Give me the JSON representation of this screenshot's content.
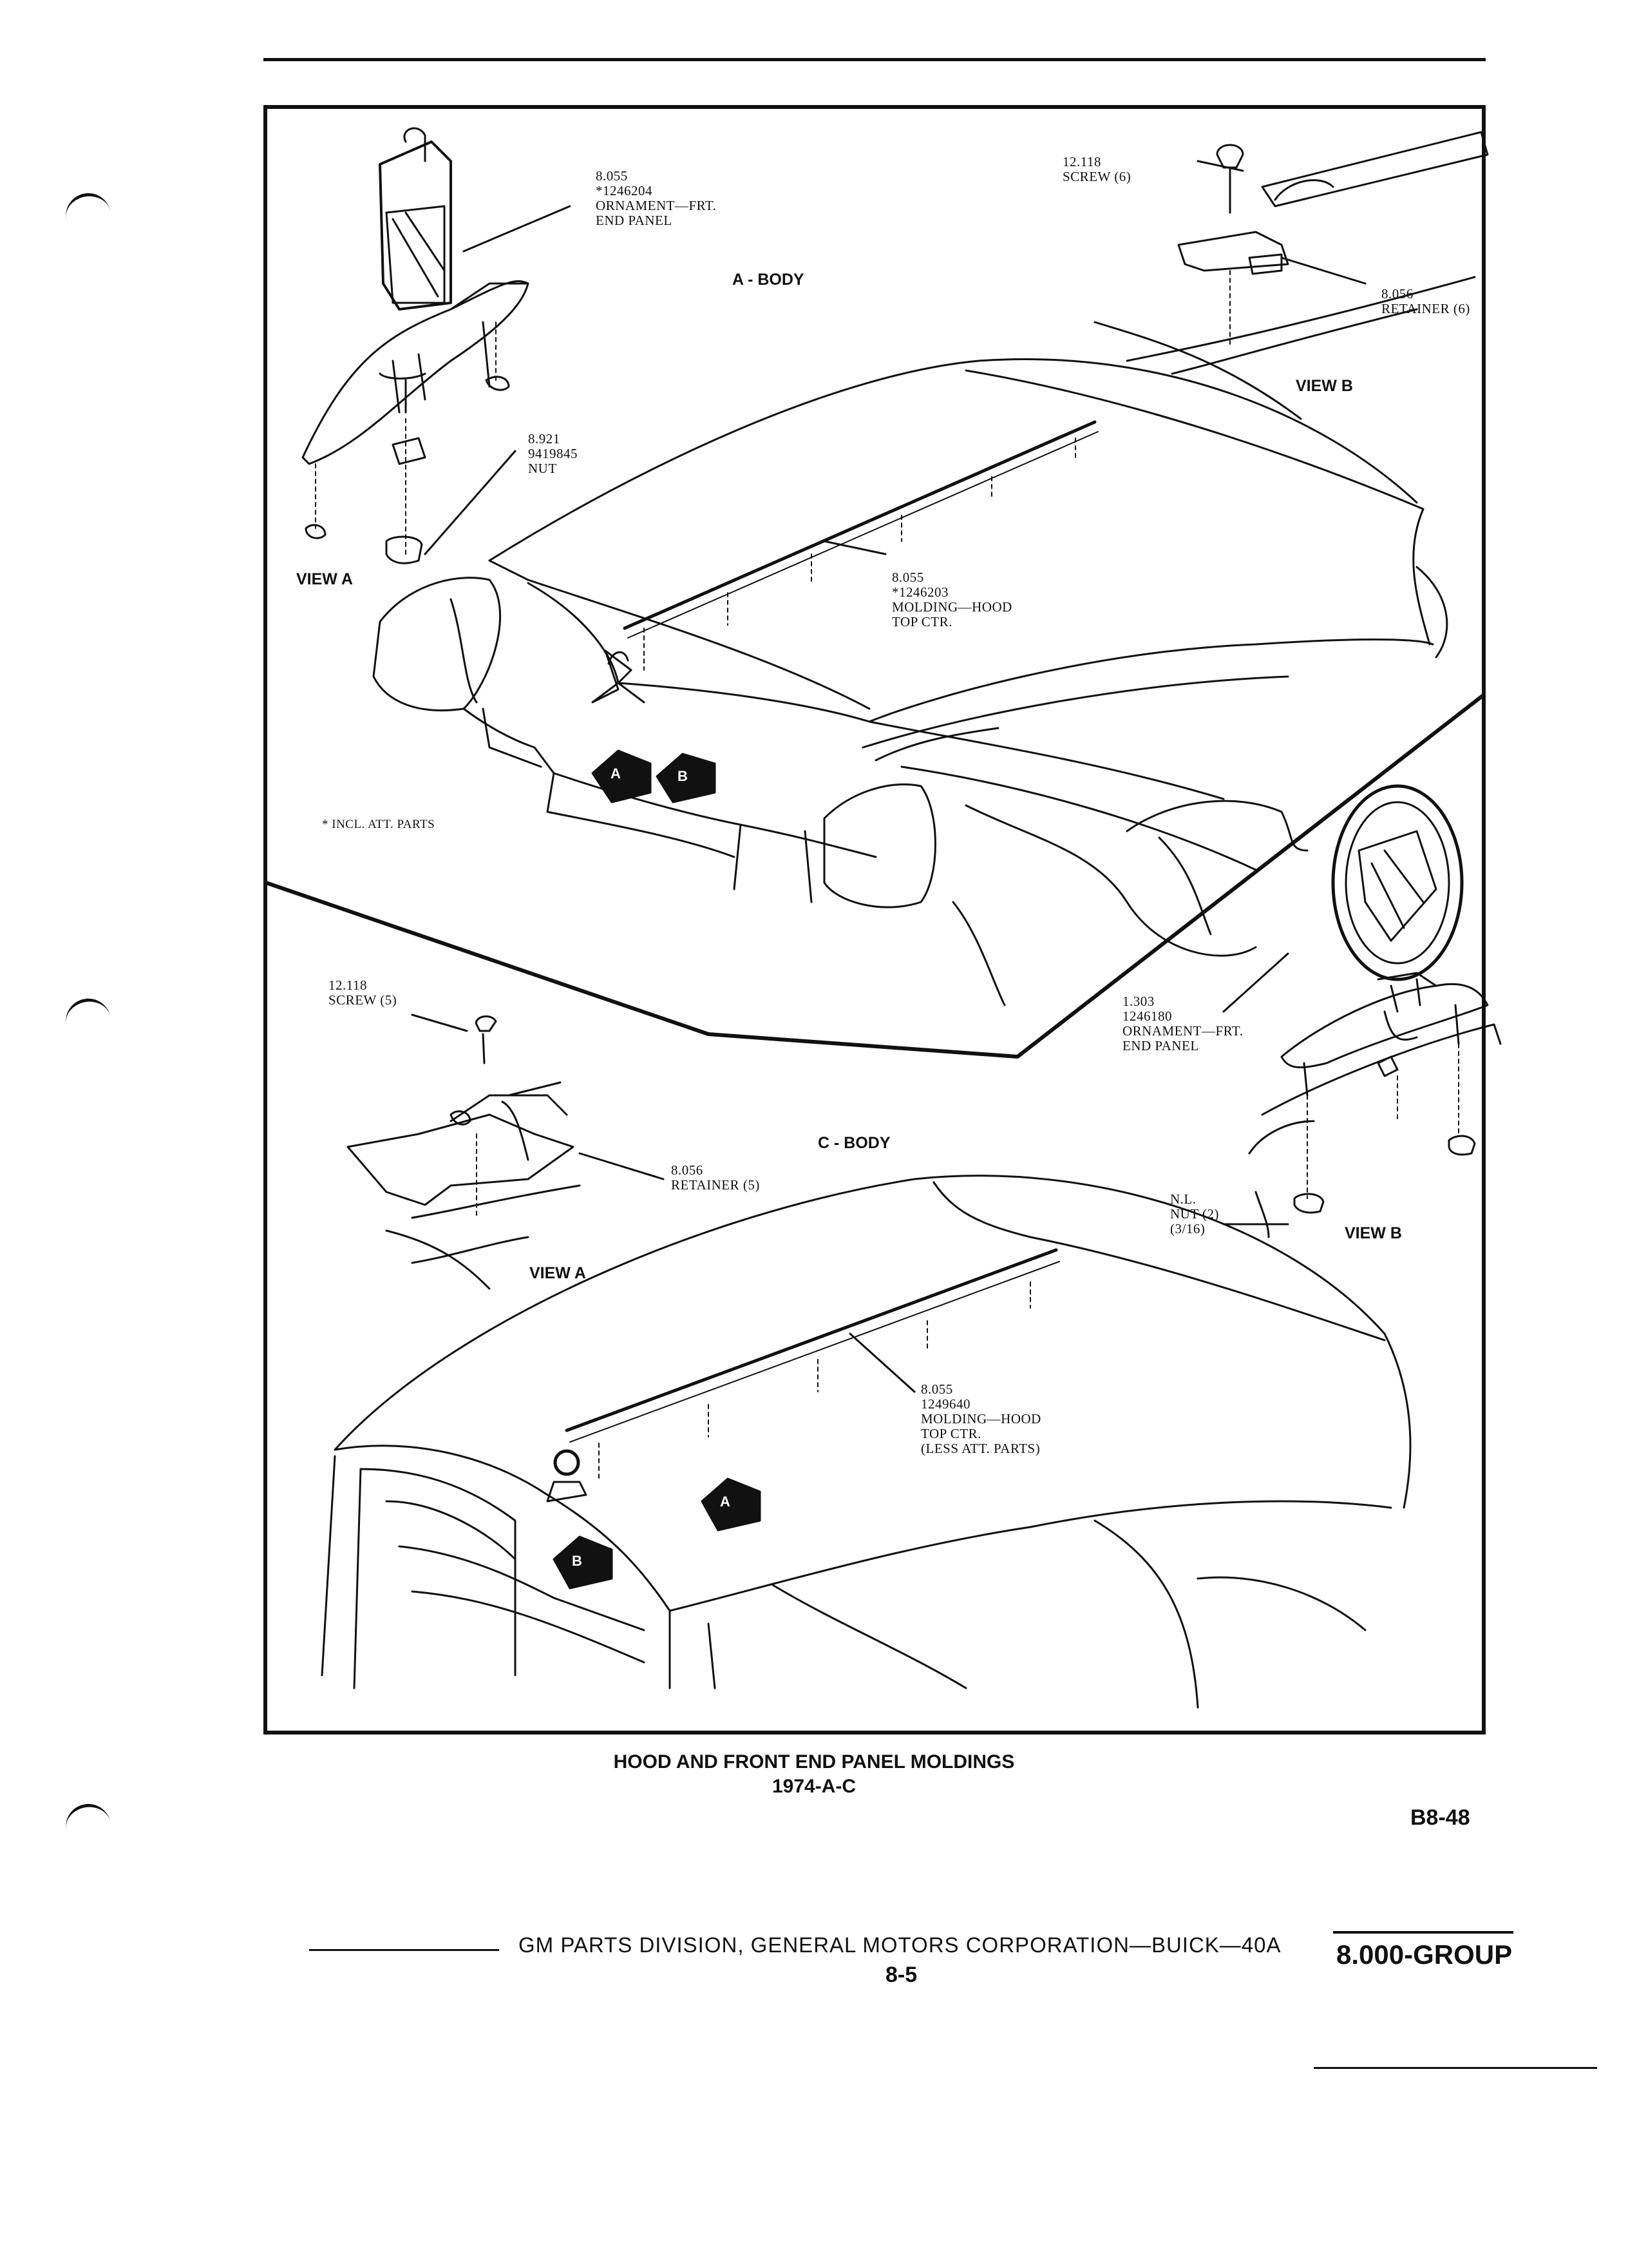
{
  "diagram": {
    "a_body": {
      "title": "A - BODY",
      "view_a": "VIEW A",
      "view_b": "VIEW B",
      "ornament": "8.055\n*1246204\nORNAMENT—FRT.\nEND PANEL",
      "nut": "8.921\n9419845\nNUT",
      "screw": "12.118\nSCREW (6)",
      "retainer": "8.056\nRETAINER (6)",
      "molding": "8.055\n*1246203\nMOLDING—HOOD\nTOP CTR.",
      "note": "* INCL. ATT. PARTS"
    },
    "c_body": {
      "title": "C - BODY",
      "view_a": "VIEW A",
      "view_b": "VIEW B",
      "screw": "12.118\nSCREW (5)",
      "retainer": "8.056\nRETAINER (5)",
      "ornament": "1.303\n1246180\nORNAMENT—FRT.\nEND PANEL",
      "nut": "N.L.\nNUT (2)\n(3/16)",
      "molding": "8.055\n1249640\nMOLDING—HOOD\nTOP CTR.\n(LESS ATT. PARTS)"
    },
    "markers": {
      "a": "A",
      "b": "B"
    }
  },
  "caption": {
    "title": "HOOD AND FRONT END PANEL MOLDINGS",
    "subtitle": "1974-A-C",
    "figure_id": "B8-48"
  },
  "footer": {
    "division": "GM PARTS DIVISION, GENERAL MOTORS CORPORATION—BUICK—40A",
    "page": "8-5",
    "group": "8.000-GROUP"
  }
}
